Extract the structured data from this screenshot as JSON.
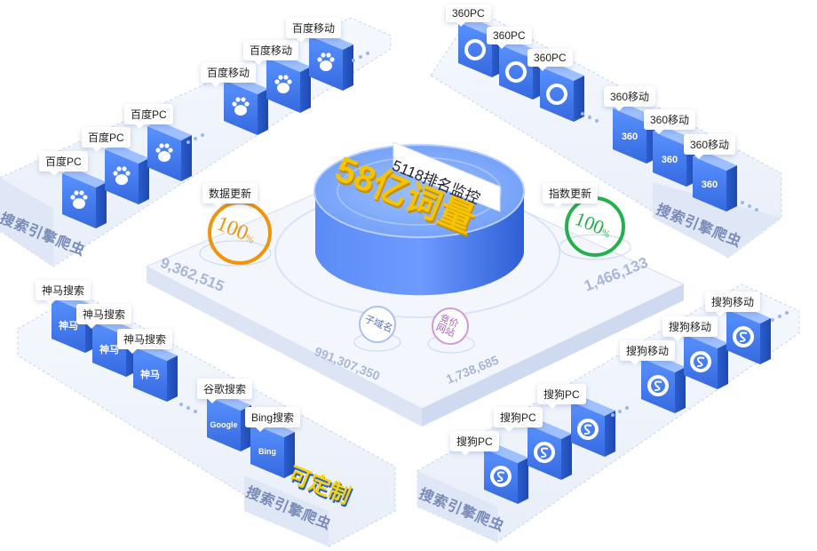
{
  "center": {
    "banner": "5118排名监控",
    "headline": "58亿词量"
  },
  "metrics": {
    "data_update": {
      "label": "数据更新",
      "percent": "100",
      "percent_unit": "%",
      "count": "9,362,515",
      "color": "#f0940a"
    },
    "index_update": {
      "label": "指数更新",
      "percent": "100",
      "percent_unit": "%",
      "count": "1,466,133",
      "color": "#22b14c"
    },
    "subdomain": {
      "label": "子域名",
      "count": "991,307,350"
    },
    "bidding_site": {
      "label": "竞价网站",
      "count": "1,738,685"
    }
  },
  "crawler_tag": "搜索引擎爬虫",
  "customizable_tag": "可定制",
  "engines": {
    "baidu_pc": [
      "百度PC",
      "百度PC",
      "百度PC"
    ],
    "baidu_mobile": [
      "百度移动",
      "百度移动",
      "百度移动"
    ],
    "pc360": [
      "360PC",
      "360PC",
      "360PC"
    ],
    "mobile360": [
      "360移动",
      "360移动",
      "360移动"
    ],
    "shenma": [
      "神马搜索",
      "神马搜索",
      "神马搜索"
    ],
    "google": "谷歌搜索",
    "bing": "Bing搜索",
    "sogou_pc": [
      "搜狗PC",
      "搜狗PC",
      "搜狗PC"
    ],
    "sogou_mobile": [
      "搜狗移动",
      "搜狗移动",
      "搜狗移动"
    ]
  },
  "icon_text": {
    "google": "Google",
    "bing": "Bing",
    "shenma": "神马",
    "m360": "360"
  },
  "colors": {
    "server_front": "#3f7bf0",
    "server_side": "#2a5bd0",
    "server_top": "#8fb4ff",
    "platform": "#eef2fb",
    "accent_yellow": "#f5d400"
  }
}
